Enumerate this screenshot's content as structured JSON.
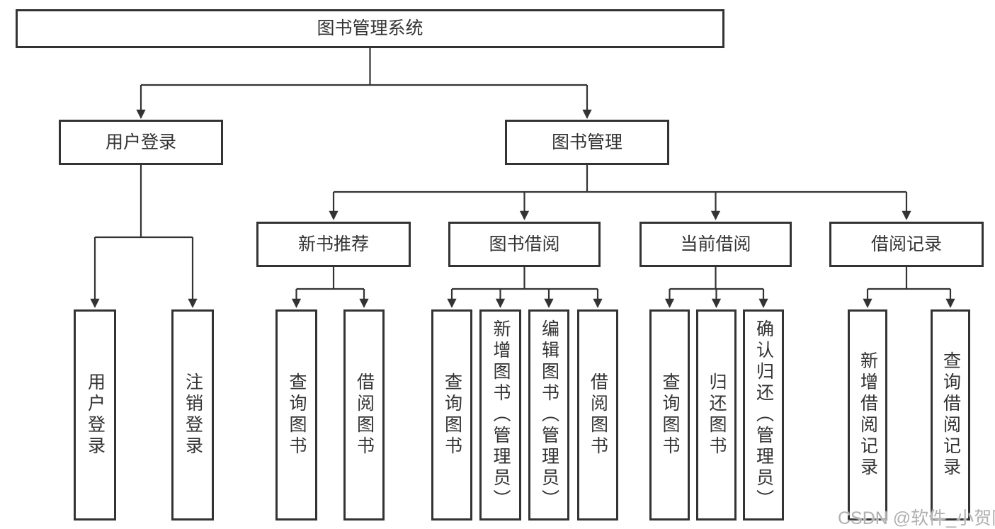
{
  "diagram": {
    "title_node": "图书管理系统",
    "root": {
      "label": "图书管理系统"
    },
    "branches": [
      {
        "label": "用户登录",
        "children": [
          {
            "label": "用户登录"
          },
          {
            "label": "注销登录"
          }
        ]
      },
      {
        "label": "图书管理",
        "children": [
          {
            "label": "新书推荐",
            "children": [
              {
                "label": "查询图书"
              },
              {
                "label": "借阅图书"
              }
            ]
          },
          {
            "label": "图书借阅",
            "children": [
              {
                "label": "查询图书"
              },
              {
                "label": "新增图书（管理员）"
              },
              {
                "label": "编辑图书（管理员）"
              },
              {
                "label": "借阅图书"
              }
            ]
          },
          {
            "label": "当前借阅",
            "children": [
              {
                "label": "查询图书"
              },
              {
                "label": "归还图书"
              },
              {
                "label": "确认归还（管理员）"
              }
            ]
          },
          {
            "label": "借阅记录",
            "children": [
              {
                "label": "新增借阅记录"
              },
              {
                "label": "查询借阅记录"
              }
            ]
          }
        ]
      }
    ],
    "colors": {
      "line": "#333333",
      "box_border": "#333333",
      "text": "#333333",
      "background": "#ffffff",
      "watermark_text": "#b0b0b0"
    }
  },
  "watermark": {
    "text": "CSDN @软件_小贺同学"
  }
}
